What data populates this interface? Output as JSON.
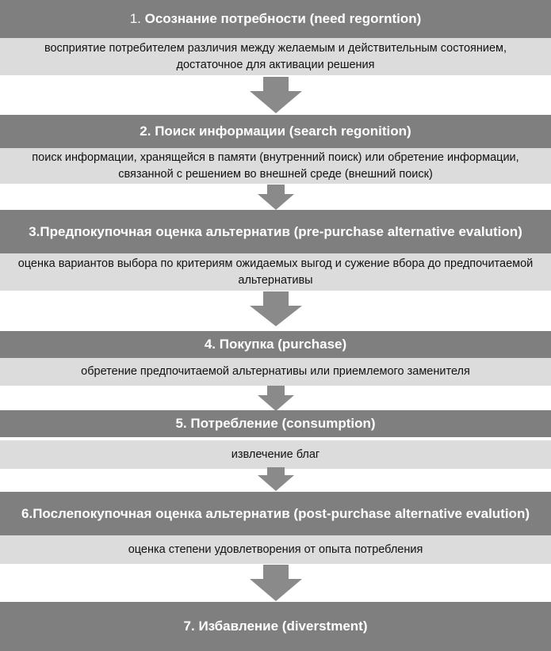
{
  "steps": [
    {
      "number": "1.",
      "title": "Осознание потребности (need regorntion)",
      "description": "восприятие потребителем различия между желаемым и действительным состоянием, достаточное для активации решения"
    },
    {
      "number": "2.",
      "title": "Поиск информации (search regonition)",
      "description": "поиск информации, хранящейся в памяти (внутренний поиск) или обретение информации, связанной с решением во внешней среде (внешний поиск)"
    },
    {
      "number": "3.",
      "title": "Предпокупочная оценка альтернатив (pre-purchase alternative evalution)",
      "description": "оценка вариантов выбора по критериям ожидаемых выгод и сужение вбора до предпочитаемой альтернативы"
    },
    {
      "number": "4.",
      "title": "Покупка (purchase)",
      "description": "обретение предпочитаемой альтернативы или приемлемого заменителя"
    },
    {
      "number": "5.",
      "title": "Потребление (consumption)",
      "description": "извлечение благ"
    },
    {
      "number": "6.",
      "title": "Послепокупочная оценка альтернатив (post-purchase alternative evalution)",
      "description": "оценка степени удовлетворения от опыта потребления"
    },
    {
      "number": "7.",
      "title": "Избавление (diverstment)"
    }
  ],
  "colors": {
    "header": "#7f7f7f",
    "description": "#dcdcdc",
    "arrow": "#8a8a8a"
  }
}
